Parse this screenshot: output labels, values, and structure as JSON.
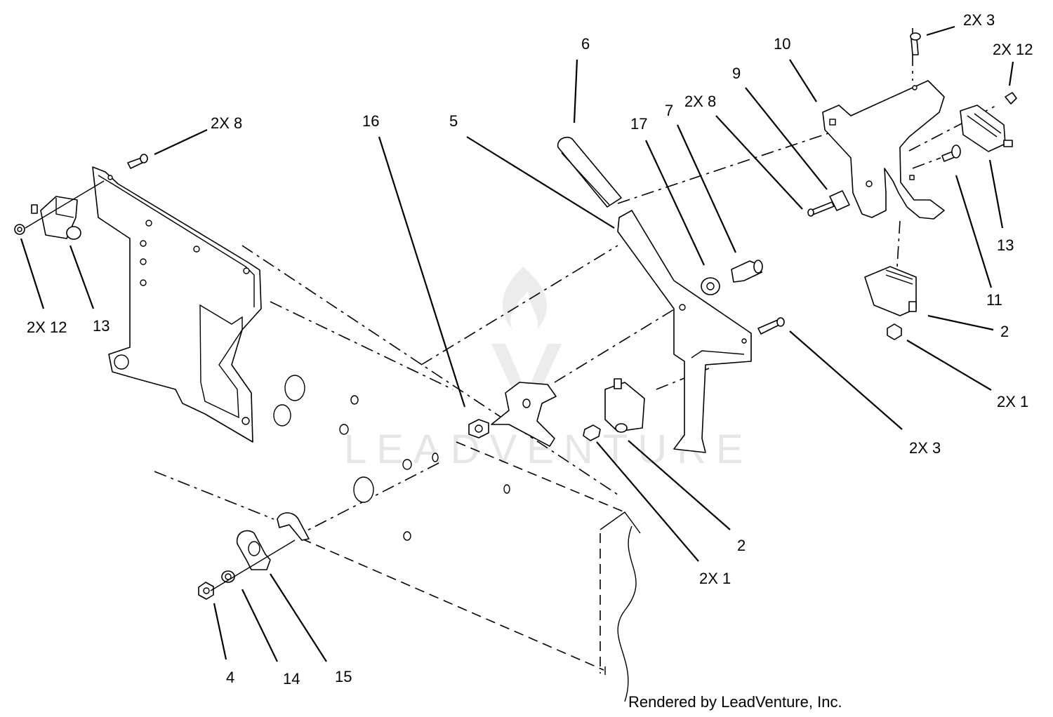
{
  "diagram": {
    "credit": "Rendered by LeadVenture, Inc.",
    "watermark_text": "LEADVENTURE",
    "callouts": [
      {
        "id": "c-6",
        "text": "6"
      },
      {
        "id": "c-10",
        "text": "10"
      },
      {
        "id": "c-2x3-top",
        "text": "2X 3"
      },
      {
        "id": "c-2x12-right",
        "text": "2X 12"
      },
      {
        "id": "c-9",
        "text": "9"
      },
      {
        "id": "c-2x8-mid",
        "text": "2X 8"
      },
      {
        "id": "c-7",
        "text": "7"
      },
      {
        "id": "c-17",
        "text": "17"
      },
      {
        "id": "c-16",
        "text": "16"
      },
      {
        "id": "c-5",
        "text": "5"
      },
      {
        "id": "c-2x8-left",
        "text": "2X 8"
      },
      {
        "id": "c-13-right",
        "text": "13"
      },
      {
        "id": "c-11",
        "text": "11"
      },
      {
        "id": "c-2-right",
        "text": "2"
      },
      {
        "id": "c-2x1-right",
        "text": "2X 1"
      },
      {
        "id": "c-2x3-right",
        "text": "2X 3"
      },
      {
        "id": "c-2x12-left",
        "text": "2X 12"
      },
      {
        "id": "c-13-left",
        "text": "13"
      },
      {
        "id": "c-2-mid",
        "text": "2"
      },
      {
        "id": "c-2x1-mid",
        "text": "2X 1"
      },
      {
        "id": "c-4",
        "text": "4"
      },
      {
        "id": "c-14",
        "text": "14"
      },
      {
        "id": "c-15",
        "text": "15"
      }
    ]
  }
}
